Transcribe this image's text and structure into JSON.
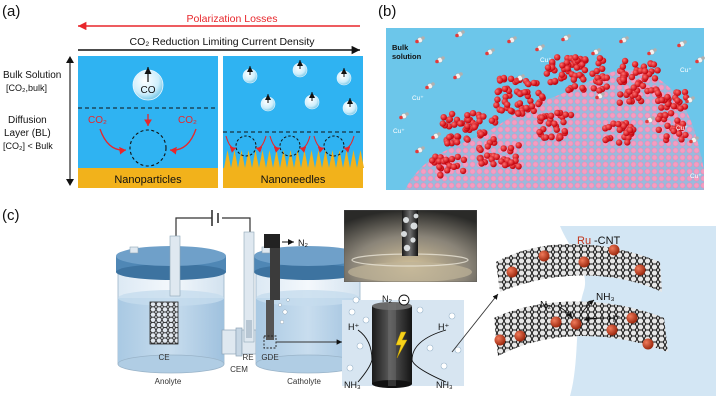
{
  "panel_labels": {
    "a": "(a)",
    "b": "(b)",
    "c": "(c)"
  },
  "panel_a": {
    "polarization_label": "Polarization Losses",
    "limiting_current_label": "CO₂ Reduction Limiting Current Density",
    "bulk_solution_label": "Bulk Solution",
    "bulk_conc_label": "[CO₂,bulk]",
    "diffusion_label_1": "Diffusion",
    "diffusion_label_2": "Layer (BL)",
    "diffusion_label_3": "[CO₂] < Bulk",
    "co_label": "CO",
    "co2_left": "CO₂",
    "co2_right": "CO₂",
    "nanoparticles_label": "Nanoparticles",
    "nanoneedles_label": "Nanoneedles",
    "colors": {
      "electrolyte": "#2fb3f2",
      "gold": "#f2b21b",
      "arrow_red": "#e8262b"
    }
  },
  "panel_b": {
    "bulk_label_1": "Bulk",
    "bulk_label_2": "solution",
    "ion_labels": [
      "Cu⁺",
      "Cu⁺",
      "Cu⁺",
      "Cu⁺",
      "Cu⁺",
      "Cu⁺"
    ],
    "colors": {
      "water": "#6cc6ea",
      "copper_oxide": "#e8151d",
      "copper": "#f49bc0"
    }
  },
  "panel_c": {
    "n2_inlet": "N₂",
    "ce_label": "CE",
    "cem_label": "CEM",
    "re_label": "RE",
    "gde_label": "GDE",
    "anolyte_label": "Anolyte",
    "catholyte_label": "Catholyte",
    "gde_n2": "N₂",
    "gde_minus": "−",
    "gde_h_left": "H⁺",
    "gde_h_right": "H⁺",
    "gde_nh3_left": "NH₃",
    "gde_nh3_right": "NH₃",
    "ru": "Ru",
    "cnt": "-CNT",
    "cnt_n2": "N₂",
    "cnt_nh3": "NH₃",
    "cnt_h": "H⁺",
    "colors": {
      "ruthenium": "#c0341a",
      "cell_blue": "#bcd6ea",
      "cap": "#4f87b5"
    }
  }
}
